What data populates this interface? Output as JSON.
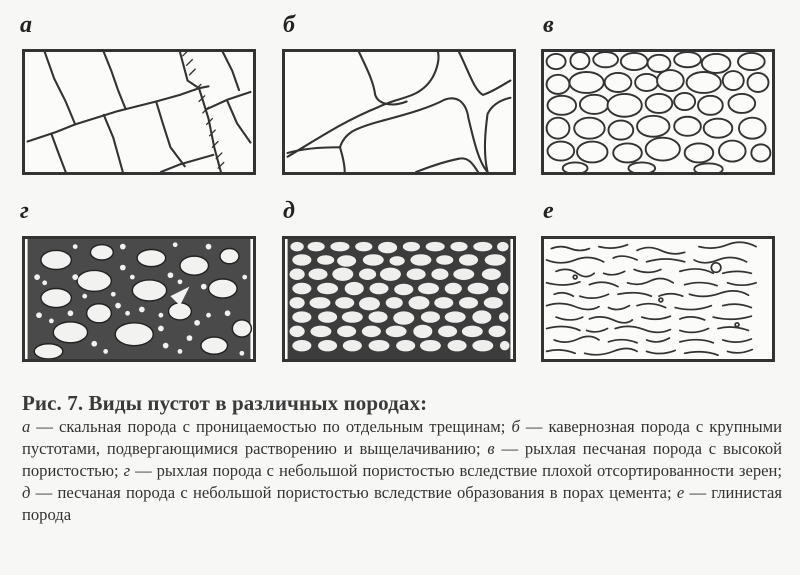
{
  "figure": {
    "panels": [
      {
        "id": "a",
        "label": "а",
        "description": "скальная порода с проницаемостью по отдельным трещинам",
        "pattern": "fractured-blocks"
      },
      {
        "id": "b",
        "label": "б",
        "description": "кавернозная порода с крупными пустотами, подвергающимися растворению и выщелачиванию",
        "pattern": "cavernous-channels"
      },
      {
        "id": "v",
        "label": "в",
        "description": "рыхлая песчаная порода с высокой пористостью",
        "pattern": "loose-large-grains"
      },
      {
        "id": "g",
        "label": "г",
        "description": "рыхлая порода с небольшой пористостью вследствие плохой отсортированности зерен",
        "pattern": "poorly-sorted-grains"
      },
      {
        "id": "d",
        "label": "д",
        "description": "песчаная порода с небольшой пористостью вследствие образования в порах цемента",
        "pattern": "cemented-sand"
      },
      {
        "id": "e",
        "label": "е",
        "description": "глинистая порода",
        "pattern": "clay-texture"
      }
    ],
    "caption": {
      "title": "Рис. 7. Виды пустот в различных породах:",
      "items": [
        {
          "label": "а",
          "text": " — скальная порода с проницаемостью по отдельным трещинам; "
        },
        {
          "label": "б",
          "text": " — кавернозная порода с крупными пустотами, подвергающимися растворению и выщелачиванию; "
        },
        {
          "label": "в",
          "text": " — рыхлая песчаная порода с высокой пористостью; "
        },
        {
          "label": "г",
          "text": " — рыхлая порода с небольшой пористостью вследствие плохой отсортированности зерен; "
        },
        {
          "label": "д",
          "text": " — песчаная порода с небольшой пористостью вследствие образования в порах цемента; "
        },
        {
          "label": "е",
          "text": " — глинистая порода"
        }
      ]
    },
    "colors": {
      "ink": "#333333",
      "paper": "#f7f7f5"
    }
  }
}
